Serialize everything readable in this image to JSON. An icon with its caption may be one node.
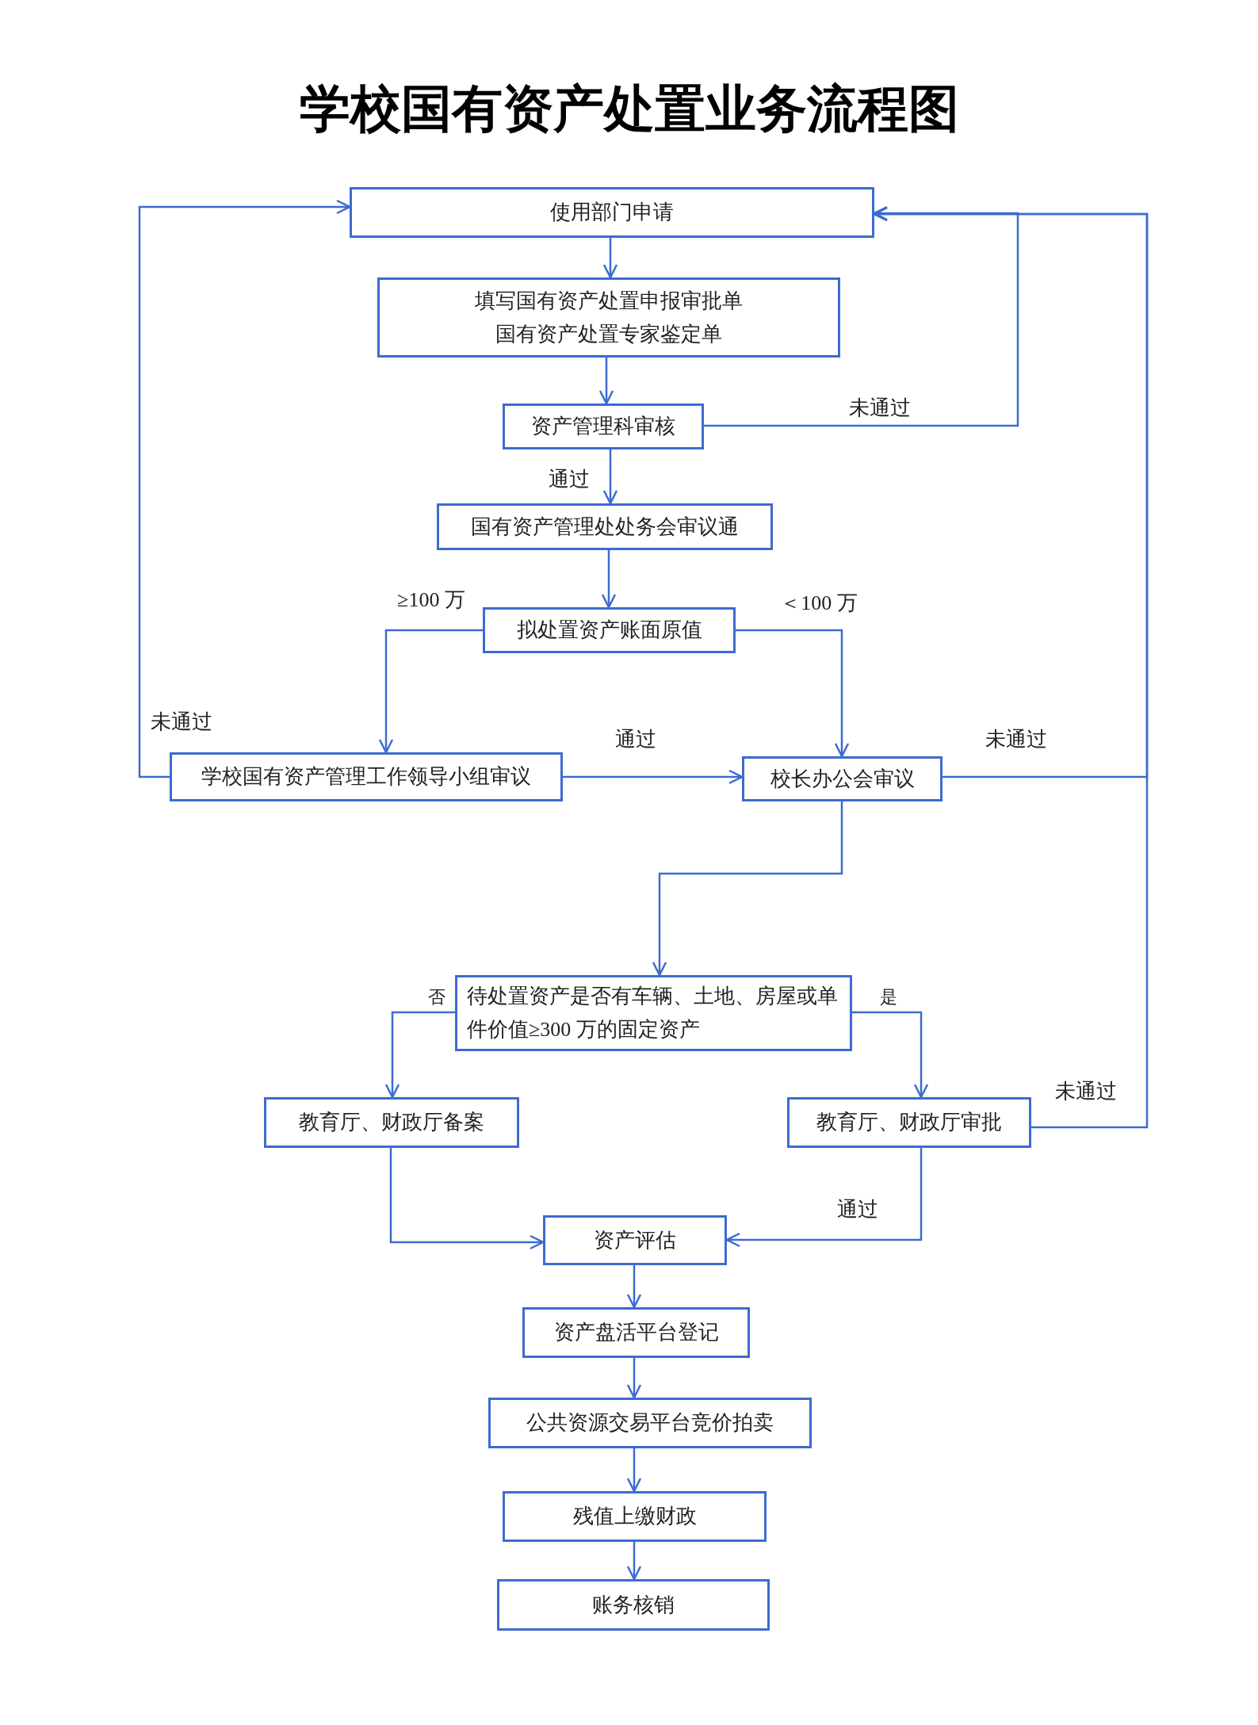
{
  "diagram": {
    "title": "学校国有资产处置业务流程图",
    "nodes": [
      {
        "text": [
          "使用部门申请"
        ]
      },
      {
        "text": [
          "填写国有资产处置申报审批单",
          "国有资产处置专家鉴定单"
        ]
      },
      {
        "text": [
          "资产管理科审核"
        ]
      },
      {
        "text": [
          "国有资产管理处处务会审议通"
        ]
      },
      {
        "text": [
          "拟处置资产账面原值"
        ]
      },
      {
        "text": [
          "学校国有资产管理工作领导小组审议"
        ]
      },
      {
        "text": [
          "校长办公会审议"
        ]
      },
      {
        "text": [
          "待处置资产是否有车辆、土地、房屋或单件价值≥300 万的固定资产"
        ]
      },
      {
        "text": [
          "教育厅、财政厅备案"
        ]
      },
      {
        "text": [
          "教育厅、财政厅审批"
        ]
      },
      {
        "text": [
          "资产评估"
        ]
      },
      {
        "text": [
          "资产盘活平台登记"
        ]
      },
      {
        "text": [
          "公共资源交易平台竞价拍卖"
        ]
      },
      {
        "text": [
          "残值上缴财政"
        ]
      },
      {
        "text": [
          "账务核销"
        ]
      }
    ],
    "edges": [
      {
        "from": 0,
        "to": 1,
        "arrow": "to"
      },
      {
        "from": 1,
        "to": 2,
        "arrow": "to"
      },
      {
        "from": 2,
        "to": 3,
        "arrow": "to",
        "label": "通过"
      },
      {
        "from": 2,
        "to": 0,
        "arrow": "to",
        "label": "未通过"
      },
      {
        "from": 3,
        "to": 4,
        "arrow": "to"
      },
      {
        "from": 4,
        "to": 5,
        "arrow": "to",
        "label": "≥100 万"
      },
      {
        "from": 4,
        "to": 6,
        "arrow": "to",
        "label": "＜100 万"
      },
      {
        "from": 5,
        "to": 6,
        "arrow": "to",
        "label": "通过"
      },
      {
        "from": 5,
        "to": 0,
        "arrow": "to",
        "label": "未通过"
      },
      {
        "from": 6,
        "to": 0,
        "arrow": "to",
        "label": "未通过"
      },
      {
        "from": 6,
        "to": 7,
        "arrow": "to"
      },
      {
        "from": 7,
        "to": 8,
        "arrow": "to",
        "label": "否"
      },
      {
        "from": 7,
        "to": 9,
        "arrow": "to",
        "label": "是"
      },
      {
        "from": 9,
        "to": 0,
        "arrow": "to",
        "label": "未通过"
      },
      {
        "from": 8,
        "to": 10,
        "arrow": "to"
      },
      {
        "from": 9,
        "to": 10,
        "arrow": "to",
        "label": "通过"
      },
      {
        "from": 10,
        "to": 11,
        "arrow": "to"
      },
      {
        "from": 11,
        "to": 12,
        "arrow": "to"
      },
      {
        "from": 12,
        "to": 13,
        "arrow": "to"
      },
      {
        "from": 13,
        "to": 14,
        "arrow": "to"
      }
    ]
  }
}
